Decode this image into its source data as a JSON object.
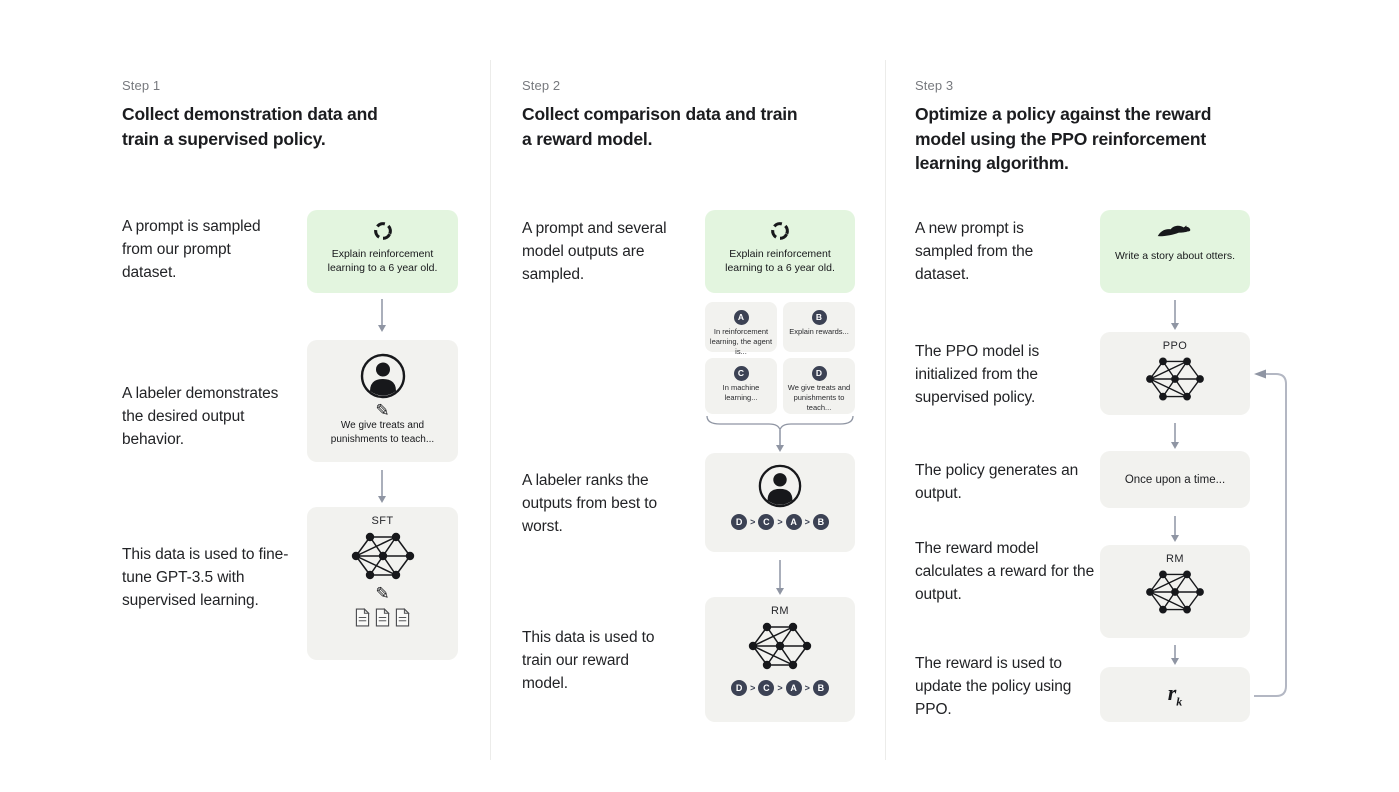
{
  "colors": {
    "prompt_box_green": "#e3f5df",
    "neutral_box_gray": "#f2f2ef",
    "rank_circle_navy": "#3c4254",
    "arrow_gray": "#9aa0ad"
  },
  "steps": {
    "step1": {
      "label": "Step 1",
      "title": "Collect demonstration data and train a supervised policy.",
      "row1_text": "A prompt is sampled from our prompt dataset.",
      "prompt_box_text": "Explain reinforcement learning to a 6 year old.",
      "row2_text": "A labeler demonstrates the desired output behavior.",
      "labeler_box_text": "We give treats and punishments to teach...",
      "row3_text": "This data is used to fine-tune GPT-3.5 with supervised learning.",
      "model_label": "SFT"
    },
    "step2": {
      "label": "Step 2",
      "title": "Collect comparison data and train a reward model.",
      "row1_text": "A prompt and several model outputs are sampled.",
      "prompt_box_text": "Explain reinforcement learning to a 6 year old.",
      "outputs": [
        {
          "letter": "A",
          "text": "In reinforcement learning, the agent is..."
        },
        {
          "letter": "B",
          "text": "Explain rewards..."
        },
        {
          "letter": "C",
          "text": "In machine learning..."
        },
        {
          "letter": "D",
          "text": "We give treats and punishments to teach..."
        }
      ],
      "row2_text": "A labeler ranks the outputs from best to worst.",
      "ranking": [
        "D",
        "C",
        "A",
        "B"
      ],
      "ranking_separator": ">",
      "row3_text": "This data is used to train our reward model.",
      "model_label": "RM"
    },
    "step3": {
      "label": "Step 3",
      "title": "Optimize a policy against the reward model using the PPO reinforcement learning algorithm.",
      "row1_text": "A new prompt is sampled from the dataset.",
      "prompt_box_text": "Write a story about otters.",
      "row2_text": "The PPO model is initialized from the supervised policy.",
      "ppo_label": "PPO",
      "row3_text": "The policy generates an output.",
      "output_box_text": "Once upon a time...",
      "row4_text": "The reward model calculates a reward for the output.",
      "rm_label": "RM",
      "row5_text": "The reward is used to update the policy using PPO.",
      "reward_symbol": "r",
      "reward_symbol_sub": "k"
    }
  }
}
